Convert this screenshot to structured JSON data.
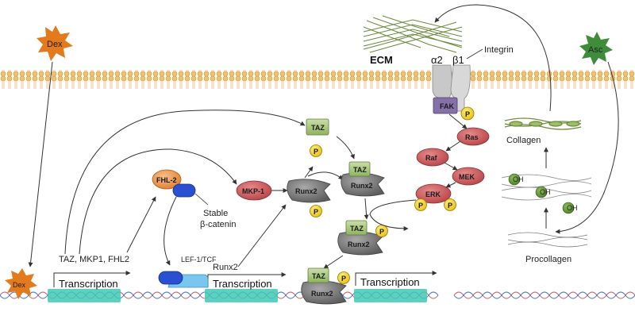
{
  "labels": {
    "dex_top": "Dex",
    "dex_bottom": "Dex",
    "asc": "Asc",
    "ecm": "ECM",
    "integrin": "Integrin",
    "alpha2": "α2",
    "beta1": "β1",
    "fak": "FAK",
    "ras": "Ras",
    "raf": "Raf",
    "mek": "MEK",
    "erk": "ERK",
    "collagen": "Collagen",
    "procollagen": "Procollagen",
    "oh": "OH",
    "taz": "TAZ",
    "runx2": "Runx2",
    "mkp1": "MKP-1",
    "fhl2": "FHL-2",
    "stable": "Stable",
    "beta_catenin": "β-catenin",
    "lef": "LEF-1/TCF",
    "p": "P",
    "taz_mkp1_fhl2": "TAZ, MKP1, FHL2",
    "runx2_out": "Runx2",
    "transcription": "Transcription"
  },
  "colors": {
    "membrane": "#f2c16e",
    "dna_band": "#3fc9b4",
    "node_red": "#c9575a",
    "node_green": "#a6c47c",
    "node_gray": "#7a7a7a",
    "fak": "#8570a8",
    "fhl2": "#ee9a4f",
    "blue": "#2a4fd1",
    "lef": "#79c6ef",
    "p_circle": "#f4d11c",
    "dex_star": "#e37a1d",
    "asc_star": "#3e8d3a"
  }
}
